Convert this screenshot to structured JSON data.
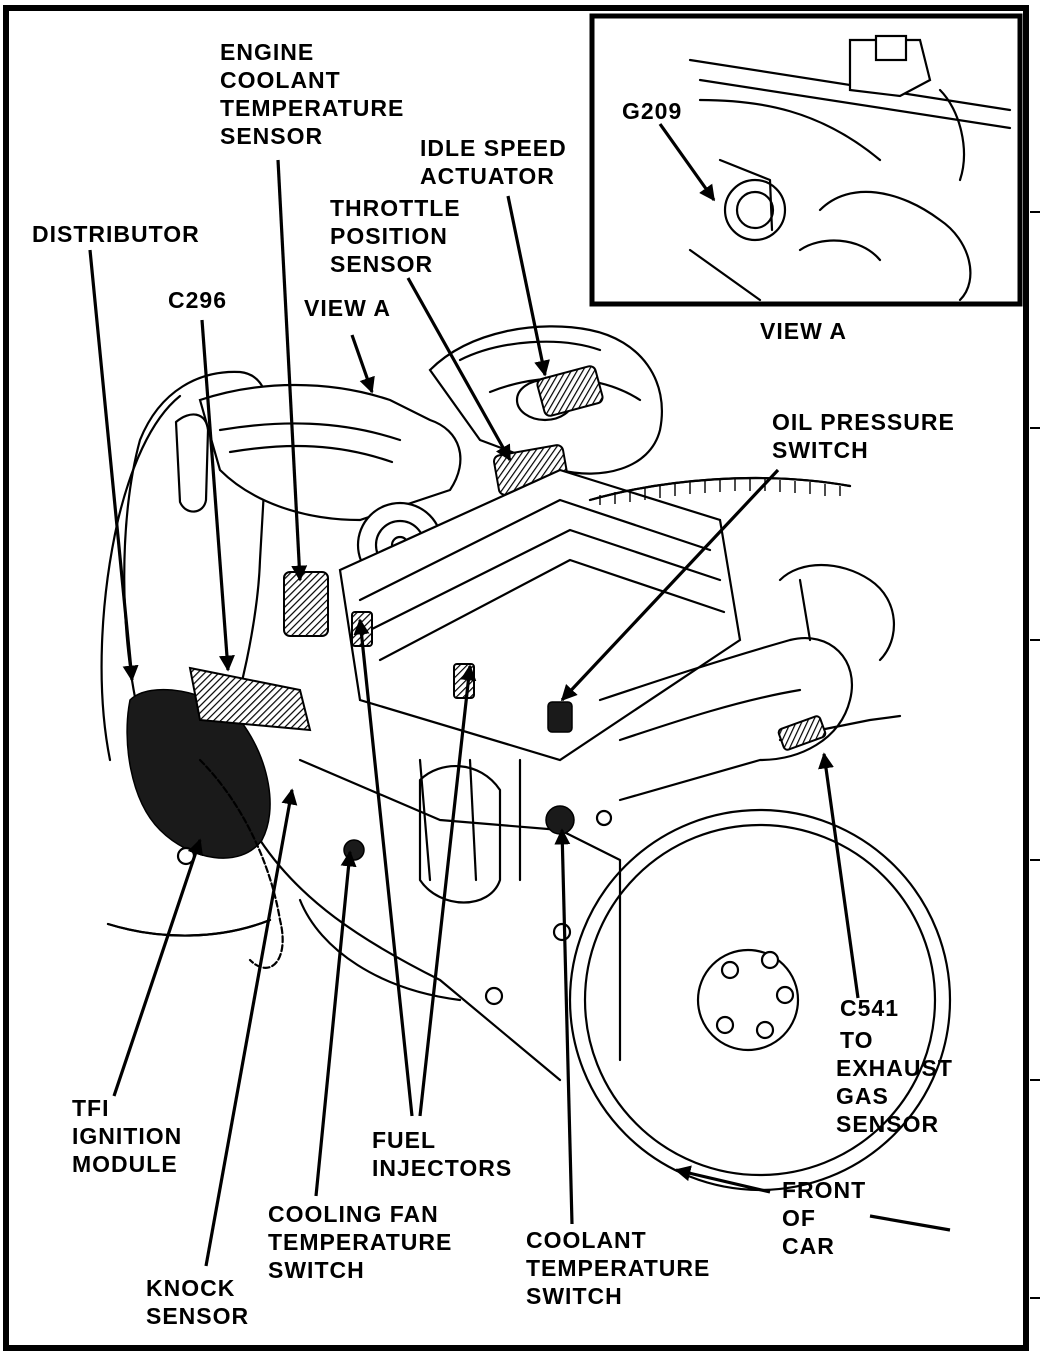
{
  "labels": {
    "engine_coolant_temp_sensor": [
      "ENGINE",
      "COOLANT",
      "TEMPERATURE",
      "SENSOR"
    ],
    "idle_speed_actuator": [
      "IDLE SPEED",
      "ACTUATOR"
    ],
    "throttle_position_sensor": [
      "THROTTLE",
      "POSITION",
      "SENSOR"
    ],
    "distributor": [
      "DISTRIBUTOR"
    ],
    "c296": [
      "C296"
    ],
    "view_a_pointer": [
      "VIEW A"
    ],
    "oil_pressure_switch": [
      "OIL PRESSURE",
      "SWITCH"
    ],
    "c541": [
      "C541",
      "TO",
      "EXHAUST",
      "GAS",
      "SENSOR"
    ],
    "tfi_ignition_module": [
      "TFI",
      "IGNITION",
      "MODULE"
    ],
    "fuel_injectors": [
      "FUEL",
      "INJECTORS"
    ],
    "cooling_fan_temp_switch": [
      "COOLING FAN",
      "TEMPERATURE",
      "SWITCH"
    ],
    "coolant_temp_switch": [
      "COOLANT",
      "TEMPERATURE",
      "SWITCH"
    ],
    "knock_sensor": [
      "KNOCK",
      "SENSOR"
    ],
    "front_of_car": [
      "FRONT",
      "OF",
      "CAR"
    ]
  },
  "inset": {
    "title": "VIEW A",
    "ground_label": "G209"
  }
}
